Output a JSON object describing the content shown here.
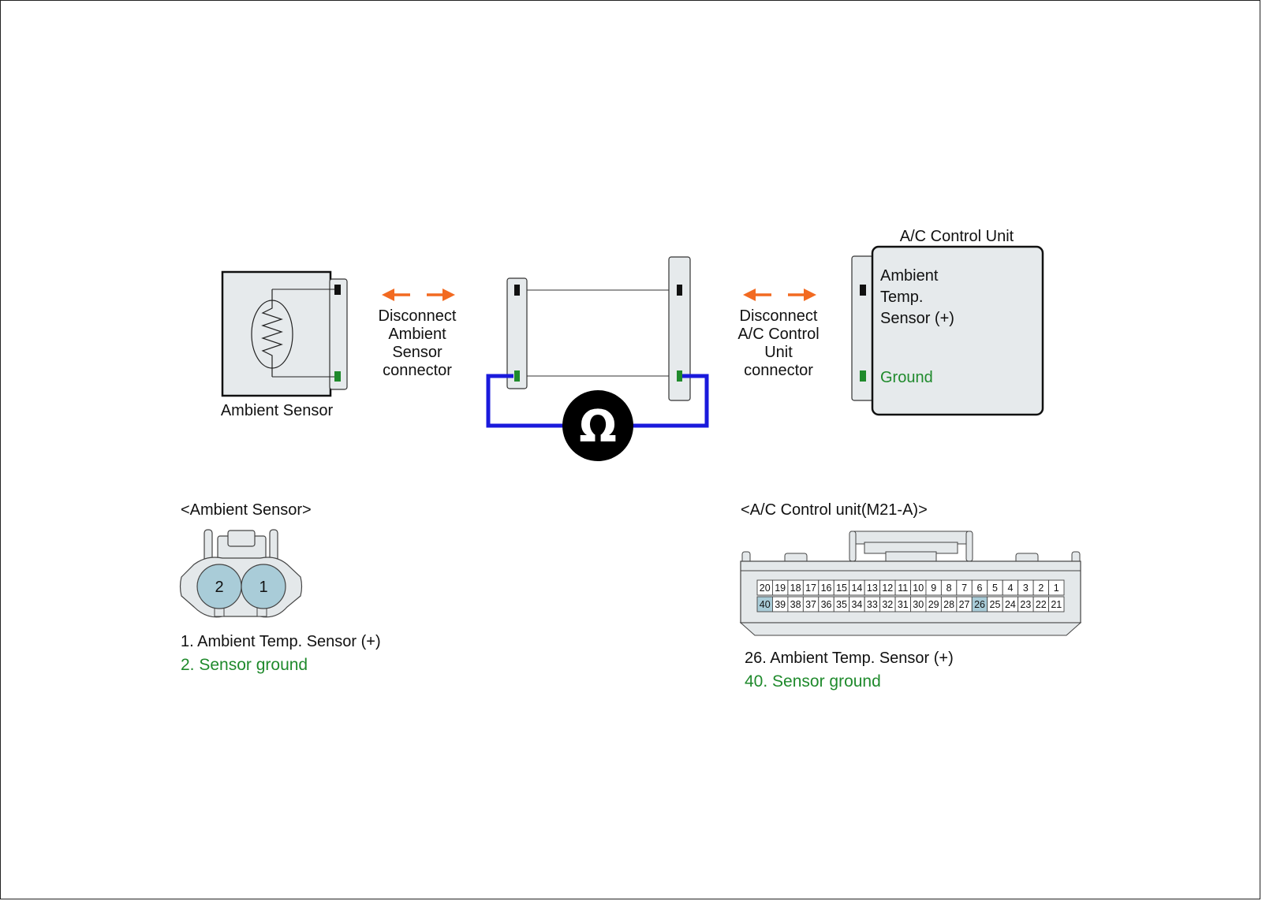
{
  "colors": {
    "ground": "#1f8a2c",
    "probe_wire": "#1a1adc",
    "arrow": "#f26a21",
    "connector_fill": "#e4e8ea",
    "highlight_pin": "#a9ccd8"
  },
  "icons": {
    "thermistor": "thermistor-zigzag-icon",
    "ohmmeter": "omega-icon",
    "disconnect_arrows": "double-arrow-icon"
  },
  "ambient_sensor": {
    "label": "Ambient Sensor"
  },
  "disconnect_left": {
    "lines": [
      "Disconnect",
      "Ambient",
      "Sensor",
      "connector"
    ]
  },
  "disconnect_right": {
    "lines": [
      "Disconnect",
      "A/C Control",
      "Unit",
      "connector"
    ]
  },
  "ohmmeter": {
    "symbol": "Ω"
  },
  "ac_unit": {
    "title": "A/C Control Unit",
    "sensor_lines": [
      "Ambient",
      "Temp.",
      "Sensor (+)"
    ],
    "ground_label": "Ground"
  },
  "ambient_connector": {
    "title": "<Ambient Sensor>",
    "pins": [
      "2",
      "1"
    ],
    "legend": [
      "1. Ambient Temp. Sensor (+)",
      "2. Sensor ground"
    ]
  },
  "ac_connector": {
    "title": "<A/C Control unit(M21-A)>",
    "row_top": [
      "20",
      "19",
      "18",
      "17",
      "16",
      "15",
      "14",
      "13",
      "12",
      "11",
      "10",
      "9",
      "8",
      "7",
      "6",
      "5",
      "4",
      "3",
      "2",
      "1"
    ],
    "row_bottom": [
      "40",
      "39",
      "38",
      "37",
      "36",
      "35",
      "34",
      "33",
      "32",
      "31",
      "30",
      "29",
      "28",
      "27",
      "26",
      "25",
      "24",
      "23",
      "22",
      "21"
    ],
    "highlighted_pins": [
      "40",
      "26"
    ],
    "legend": [
      "26. Ambient Temp. Sensor (+)",
      "40. Sensor ground"
    ]
  }
}
